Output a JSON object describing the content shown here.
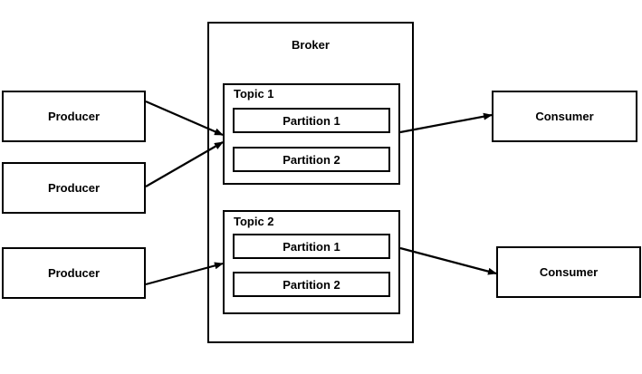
{
  "broker": {
    "label": "Broker"
  },
  "producers": [
    {
      "label": "Producer"
    },
    {
      "label": "Producer"
    },
    {
      "label": "Producer"
    }
  ],
  "consumers": [
    {
      "label": "Consumer"
    },
    {
      "label": "Consumer"
    }
  ],
  "topics": [
    {
      "label": "Topic 1",
      "partitions": [
        {
          "label": "Partition 1"
        },
        {
          "label": "Partition 2"
        }
      ]
    },
    {
      "label": "Topic 2",
      "partitions": [
        {
          "label": "Partition 1"
        },
        {
          "label": "Partition 2"
        }
      ]
    }
  ],
  "colors": {
    "stroke": "#000000",
    "fill": "#ffffff"
  }
}
